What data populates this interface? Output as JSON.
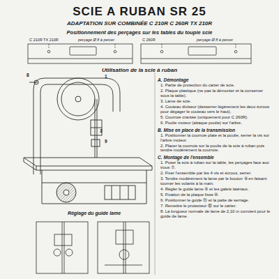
{
  "diagram": {
    "title": "SCIE A RUBAN SR 25",
    "labels": [
      "ADAPTATION SUR COMBINÉE C 210R C 260R TX 210R",
      "Positionnement des perçages sur les tables du toupie scie",
      "C 210R TX 210R",
      "perçage Ø 8 à percer",
      "C 260R",
      "perçage Ø 8 à percer",
      "Utilisation de la scie à ruban",
      "A. Démontage",
      "1. Partie de protection du carter de scie.",
      "2. Plaque plastique (ne pas la démonter et la conserver sous la table).",
      "3. Lame de scie.",
      "4. Couteau diviseur (desserrer légèrement les deux écrous pour dégager le couteau vers le haut).",
      "5. Courroie crantée (uniquement pour C 260R).",
      "6. Poulie moteur (attaque poulie) sur l'arbre.",
      "B. Mise en place de la transmission",
      "1. Positionner la courroie plate et la poulie, serrer la vis sur l'arbre moteur.",
      "2. Placer la courroie sur la poulie de la scie à ruban puis tendre modérément la courroie.",
      "C. Montage de l'ensemble",
      "1. Poser la scie à ruban sur la table, les perçages face aux trous ⑦.",
      "2. Fixer l'ensemble par les 4 vis et écrous, serrer.",
      "3. Tendre modérément la lame par le bouton ⑧ en faisant tourner les volants à la main.",
      "4. Régler le guide lame ⑨ et les galets latéraux.",
      "5. Fixation de la plaque lisse ⑩.",
      "6. Positionner le guide ⑪ et la patte de serrage.",
      "7. Remettre le protecteur ⑫ sur le carter.",
      "8. La longueur normale de lame de 2,10 m convient pour le guide de lame.",
      "Réglage du guide lame",
      "1",
      "3",
      "8",
      "9"
    ]
  }
}
